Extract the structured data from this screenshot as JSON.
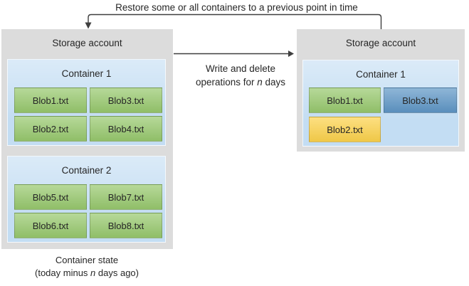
{
  "colors": {
    "account_bg": "#dcdcdc",
    "container_blue": "#c3ddf3",
    "blob_green": "#97c86d",
    "blob_blue": "#5e96c6",
    "blob_yellow": "#fcd24b",
    "arrow": "#3f3f3f",
    "text": "#262626"
  },
  "top_arrow": {
    "label": "Restore some or all containers to a previous point in time"
  },
  "middle_arrow": {
    "line1": "Write and delete",
    "line2_prefix": "operations for ",
    "line2_italic": "n",
    "line2_suffix": " days"
  },
  "left_account": {
    "title": "Storage account",
    "containers": [
      {
        "name": "Container 1",
        "blobs": [
          "Blob1.txt",
          "Blob3.txt",
          "Blob2.txt",
          "Blob4.txt"
        ]
      },
      {
        "name": "Container 2",
        "blobs": [
          "Blob5.txt",
          "Blob7.txt",
          "Blob6.txt",
          "Blob8.txt"
        ]
      }
    ],
    "caption": {
      "line1": "Container state",
      "line2_prefix": "(today minus ",
      "line2_italic": "n",
      "line2_suffix": " days ago)"
    }
  },
  "right_account": {
    "title": "Storage account",
    "containers": [
      {
        "name": "Container 1",
        "blobs": [
          {
            "label": "Blob1.txt",
            "variant": "green"
          },
          {
            "label": "Blob3.txt",
            "variant": "blue"
          },
          {
            "label": "Blob2.txt",
            "variant": "yellow"
          }
        ]
      }
    ]
  }
}
